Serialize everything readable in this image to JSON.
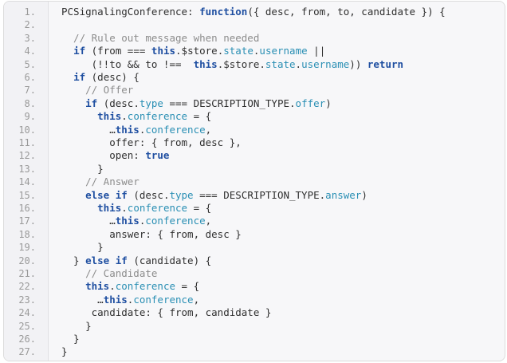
{
  "editor": {
    "lines": [
      {
        "n": "1.",
        "tokens": [
          {
            "t": "PCSignalingConference: ",
            "c": ""
          },
          {
            "t": "function",
            "c": "kw"
          },
          {
            "t": "({ desc, from, to, candidate }) {",
            "c": ""
          }
        ]
      },
      {
        "n": "2.",
        "tokens": []
      },
      {
        "n": "3.",
        "tokens": [
          {
            "t": "  // Rule out message when needed",
            "c": "cm"
          }
        ]
      },
      {
        "n": "4.",
        "tokens": [
          {
            "t": "  ",
            "c": ""
          },
          {
            "t": "if",
            "c": "kw"
          },
          {
            "t": " (from === ",
            "c": ""
          },
          {
            "t": "this",
            "c": "kw"
          },
          {
            "t": ".$store.",
            "c": ""
          },
          {
            "t": "state",
            "c": "prop"
          },
          {
            "t": ".",
            "c": ""
          },
          {
            "t": "username",
            "c": "prop"
          },
          {
            "t": " ||",
            "c": ""
          }
        ]
      },
      {
        "n": "5.",
        "tokens": [
          {
            "t": "     (!!to && to !==  ",
            "c": ""
          },
          {
            "t": "this",
            "c": "kw"
          },
          {
            "t": ".$store.",
            "c": ""
          },
          {
            "t": "state",
            "c": "prop"
          },
          {
            "t": ".",
            "c": ""
          },
          {
            "t": "username",
            "c": "prop"
          },
          {
            "t": ")) ",
            "c": ""
          },
          {
            "t": "return",
            "c": "kw"
          }
        ]
      },
      {
        "n": "6.",
        "tokens": [
          {
            "t": "  ",
            "c": ""
          },
          {
            "t": "if",
            "c": "kw"
          },
          {
            "t": " (desc) {",
            "c": ""
          }
        ]
      },
      {
        "n": "7.",
        "tokens": [
          {
            "t": "    // Offer",
            "c": "cm"
          }
        ]
      },
      {
        "n": "8.",
        "tokens": [
          {
            "t": "    ",
            "c": ""
          },
          {
            "t": "if",
            "c": "kw"
          },
          {
            "t": " (desc.",
            "c": ""
          },
          {
            "t": "type",
            "c": "prop"
          },
          {
            "t": " === DESCRIPTION_TYPE.",
            "c": ""
          },
          {
            "t": "offer",
            "c": "prop"
          },
          {
            "t": ")",
            "c": ""
          }
        ]
      },
      {
        "n": "9.",
        "tokens": [
          {
            "t": "      ",
            "c": ""
          },
          {
            "t": "this",
            "c": "kw"
          },
          {
            "t": ".",
            "c": ""
          },
          {
            "t": "conference",
            "c": "prop"
          },
          {
            "t": " = {",
            "c": ""
          }
        ]
      },
      {
        "n": "10.",
        "tokens": [
          {
            "t": "        …",
            "c": ""
          },
          {
            "t": "this",
            "c": "kw"
          },
          {
            "t": ".",
            "c": ""
          },
          {
            "t": "conference",
            "c": "prop"
          },
          {
            "t": ",",
            "c": ""
          }
        ]
      },
      {
        "n": "11.",
        "tokens": [
          {
            "t": "        offer: { from, desc },",
            "c": ""
          }
        ]
      },
      {
        "n": "12.",
        "tokens": [
          {
            "t": "        open: ",
            "c": ""
          },
          {
            "t": "true",
            "c": "kw"
          }
        ]
      },
      {
        "n": "13.",
        "tokens": [
          {
            "t": "      }",
            "c": ""
          }
        ]
      },
      {
        "n": "14.",
        "tokens": [
          {
            "t": "    // Answer",
            "c": "cm"
          }
        ]
      },
      {
        "n": "15.",
        "tokens": [
          {
            "t": "    ",
            "c": ""
          },
          {
            "t": "else if",
            "c": "kw"
          },
          {
            "t": " (desc.",
            "c": ""
          },
          {
            "t": "type",
            "c": "prop"
          },
          {
            "t": " === DESCRIPTION_TYPE.",
            "c": ""
          },
          {
            "t": "answer",
            "c": "prop"
          },
          {
            "t": ")",
            "c": ""
          }
        ]
      },
      {
        "n": "16.",
        "tokens": [
          {
            "t": "      ",
            "c": ""
          },
          {
            "t": "this",
            "c": "kw"
          },
          {
            "t": ".",
            "c": ""
          },
          {
            "t": "conference",
            "c": "prop"
          },
          {
            "t": " = {",
            "c": ""
          }
        ]
      },
      {
        "n": "17.",
        "tokens": [
          {
            "t": "        …",
            "c": ""
          },
          {
            "t": "this",
            "c": "kw"
          },
          {
            "t": ".",
            "c": ""
          },
          {
            "t": "conference",
            "c": "prop"
          },
          {
            "t": ",",
            "c": ""
          }
        ]
      },
      {
        "n": "18.",
        "tokens": [
          {
            "t": "        answer: { from, desc }",
            "c": ""
          }
        ]
      },
      {
        "n": "19.",
        "tokens": [
          {
            "t": "      }",
            "c": ""
          }
        ]
      },
      {
        "n": "20.",
        "tokens": [
          {
            "t": "  } ",
            "c": ""
          },
          {
            "t": "else if",
            "c": "kw"
          },
          {
            "t": " (candidate) {",
            "c": ""
          }
        ]
      },
      {
        "n": "21.",
        "tokens": [
          {
            "t": "    // Candidate",
            "c": "cm"
          }
        ]
      },
      {
        "n": "22.",
        "tokens": [
          {
            "t": "    ",
            "c": ""
          },
          {
            "t": "this",
            "c": "kw"
          },
          {
            "t": ".",
            "c": ""
          },
          {
            "t": "conference",
            "c": "prop"
          },
          {
            "t": " = {",
            "c": ""
          }
        ]
      },
      {
        "n": "23.",
        "tokens": [
          {
            "t": "      …",
            "c": ""
          },
          {
            "t": "this",
            "c": "kw"
          },
          {
            "t": ".",
            "c": ""
          },
          {
            "t": "conference",
            "c": "prop"
          },
          {
            "t": ",",
            "c": ""
          }
        ]
      },
      {
        "n": "24.",
        "tokens": [
          {
            "t": "     candidate: { from, candidate }",
            "c": ""
          }
        ]
      },
      {
        "n": "25.",
        "tokens": [
          {
            "t": "    }",
            "c": ""
          }
        ]
      },
      {
        "n": "26.",
        "tokens": [
          {
            "t": "  }",
            "c": ""
          }
        ]
      },
      {
        "n": "27.",
        "tokens": [
          {
            "t": "}",
            "c": ""
          }
        ]
      }
    ]
  }
}
